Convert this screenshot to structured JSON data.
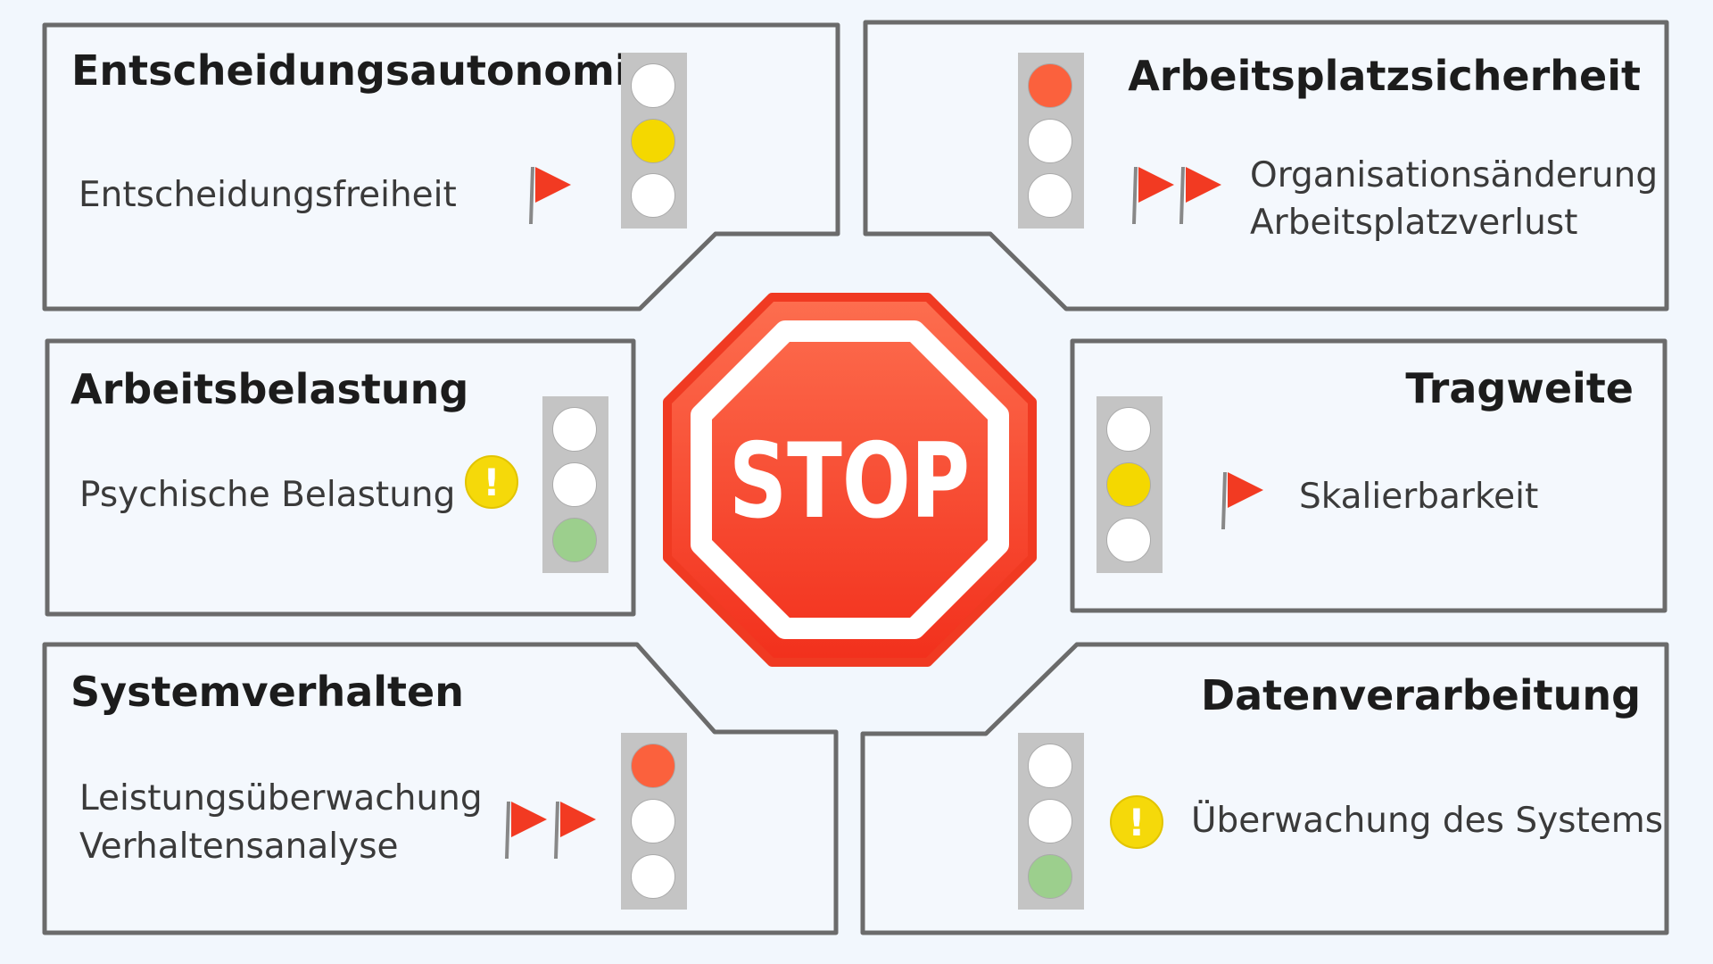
{
  "colors": {
    "background": "#f2f7fd",
    "panel_border": "#6b6b6b",
    "light_housing": "#c4c4c4",
    "lamp_off": "#ffffff",
    "lamp_red": "#fb613d",
    "lamp_yellow": "#f4d800",
    "lamp_green": "#9ccf8d",
    "flag_red": "#f23a22",
    "warning_yellow": "#f5d90a",
    "stop_red": "#f33d26"
  },
  "center": {
    "sign_text": "STOP",
    "icon": "stop-sign-icon"
  },
  "panels": [
    {
      "id": "entscheidungsautonomie",
      "title": "Entscheidungsautonomie",
      "items": [
        "Entscheidungsfreiheit"
      ],
      "traffic_light": "yellow",
      "marker": "flag",
      "marker_count": 1
    },
    {
      "id": "arbeitsplatzsicherheit",
      "title": "Arbeitsplatzsicherheit",
      "items": [
        "Organisationsänderung",
        "Arbeitsplatzverlust"
      ],
      "traffic_light": "red",
      "marker": "flag",
      "marker_count": 2
    },
    {
      "id": "arbeitsbelastung",
      "title": "Arbeitsbelastung",
      "items": [
        "Psychische Belastung"
      ],
      "traffic_light": "green",
      "marker": "warning",
      "marker_count": 1
    },
    {
      "id": "tragweite",
      "title": "Tragweite",
      "items": [
        "Skalierbarkeit"
      ],
      "traffic_light": "yellow",
      "marker": "flag",
      "marker_count": 1
    },
    {
      "id": "systemverhalten",
      "title": "Systemverhalten",
      "items": [
        "Leistungsüberwachung",
        "Verhaltensanalyse"
      ],
      "traffic_light": "red",
      "marker": "flag",
      "marker_count": 2
    },
    {
      "id": "datenverarbeitung",
      "title": "Datenverarbeitung",
      "items": [
        "Überwachung des Systems"
      ],
      "traffic_light": "green",
      "marker": "warning",
      "marker_count": 1
    }
  ],
  "warning_symbol": "!"
}
